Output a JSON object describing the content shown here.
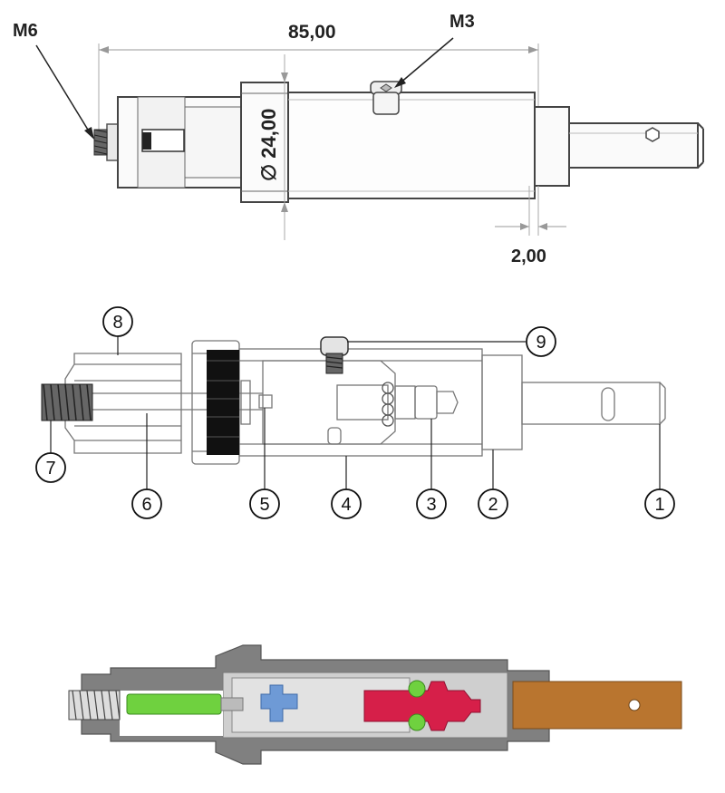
{
  "dimensions": {
    "thread_left": "M6",
    "length": "85,00",
    "screw": "M3",
    "diameter": "∅ 24,00",
    "gap": "2,00"
  },
  "callouts": [
    "1",
    "2",
    "3",
    "4",
    "5",
    "6",
    "7",
    "8",
    "9"
  ],
  "colors": {
    "green_part": "#6fd13f",
    "blue_part": "#6e9ad6",
    "red_part": "#d61f49",
    "shaft": "#b9752f",
    "housing_dark": "#808080",
    "housing_light": "#cfcfcf"
  }
}
